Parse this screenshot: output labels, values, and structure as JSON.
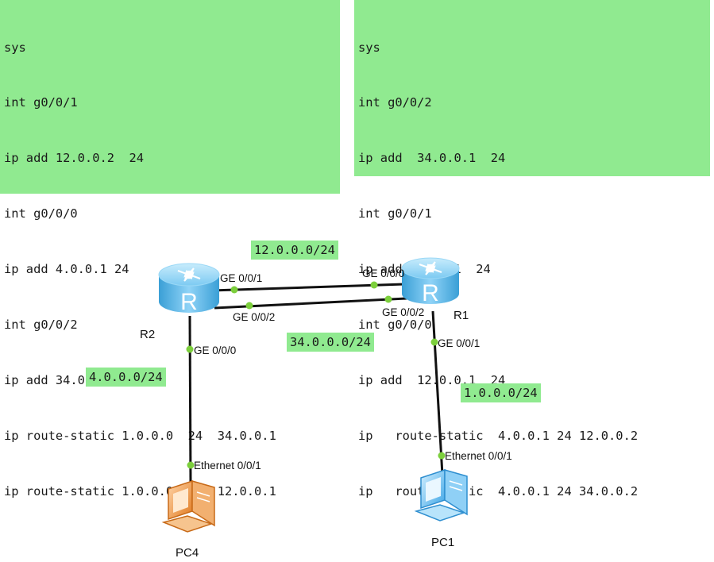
{
  "configs": {
    "left": [
      "sys",
      "int g0/0/1",
      "ip add 12.0.0.2  24",
      "int g0/0/0",
      "ip add 4.0.0.1 24",
      "int g0/0/2",
      "ip add 34.0.0.2  24",
      "ip route-static 1.0.0.0  24  34.0.0.1",
      "ip route-static 1.0.0.0  24  12.0.0.1"
    ],
    "right": [
      "sys",
      "int g0/0/2",
      "ip add  34.0.0.1  24",
      "int g0/0/1",
      "ip add 1.0.0.1  24",
      "int g0/0/0",
      "ip add  12.0.0.1  24",
      "ip   route-static  4.0.0.1 24 12.0.0.2",
      "ip   route-static  4.0.0.1 24 34.0.0.2"
    ]
  },
  "networks": {
    "n12": "12.0.0.0/24",
    "n34": "34.0.0.0/24",
    "n4": "4.0.0.0/24",
    "n1": "1.0.0.0/24"
  },
  "devices": {
    "r2": "R2",
    "r1": "R1",
    "pc4": "PC4",
    "pc1": "PC1"
  },
  "ports": {
    "r2_g001": "GE 0/0/1",
    "r2_g002": "GE 0/0/2",
    "r2_g000": "GE 0/0/0",
    "r1_g000": "GE 0/0/0",
    "r1_g002": "GE 0/0/2",
    "r1_g001": "GE 0/0/1",
    "pc4_eth": "Ethernet 0/0/1",
    "pc1_eth": "Ethernet 0/0/1"
  },
  "colors": {
    "highlight": "#90ea90",
    "router": "#5bb8e8",
    "port_dot": "#7ccf3c",
    "pc4": "#f0a050",
    "pc1": "#6ec0f0"
  }
}
